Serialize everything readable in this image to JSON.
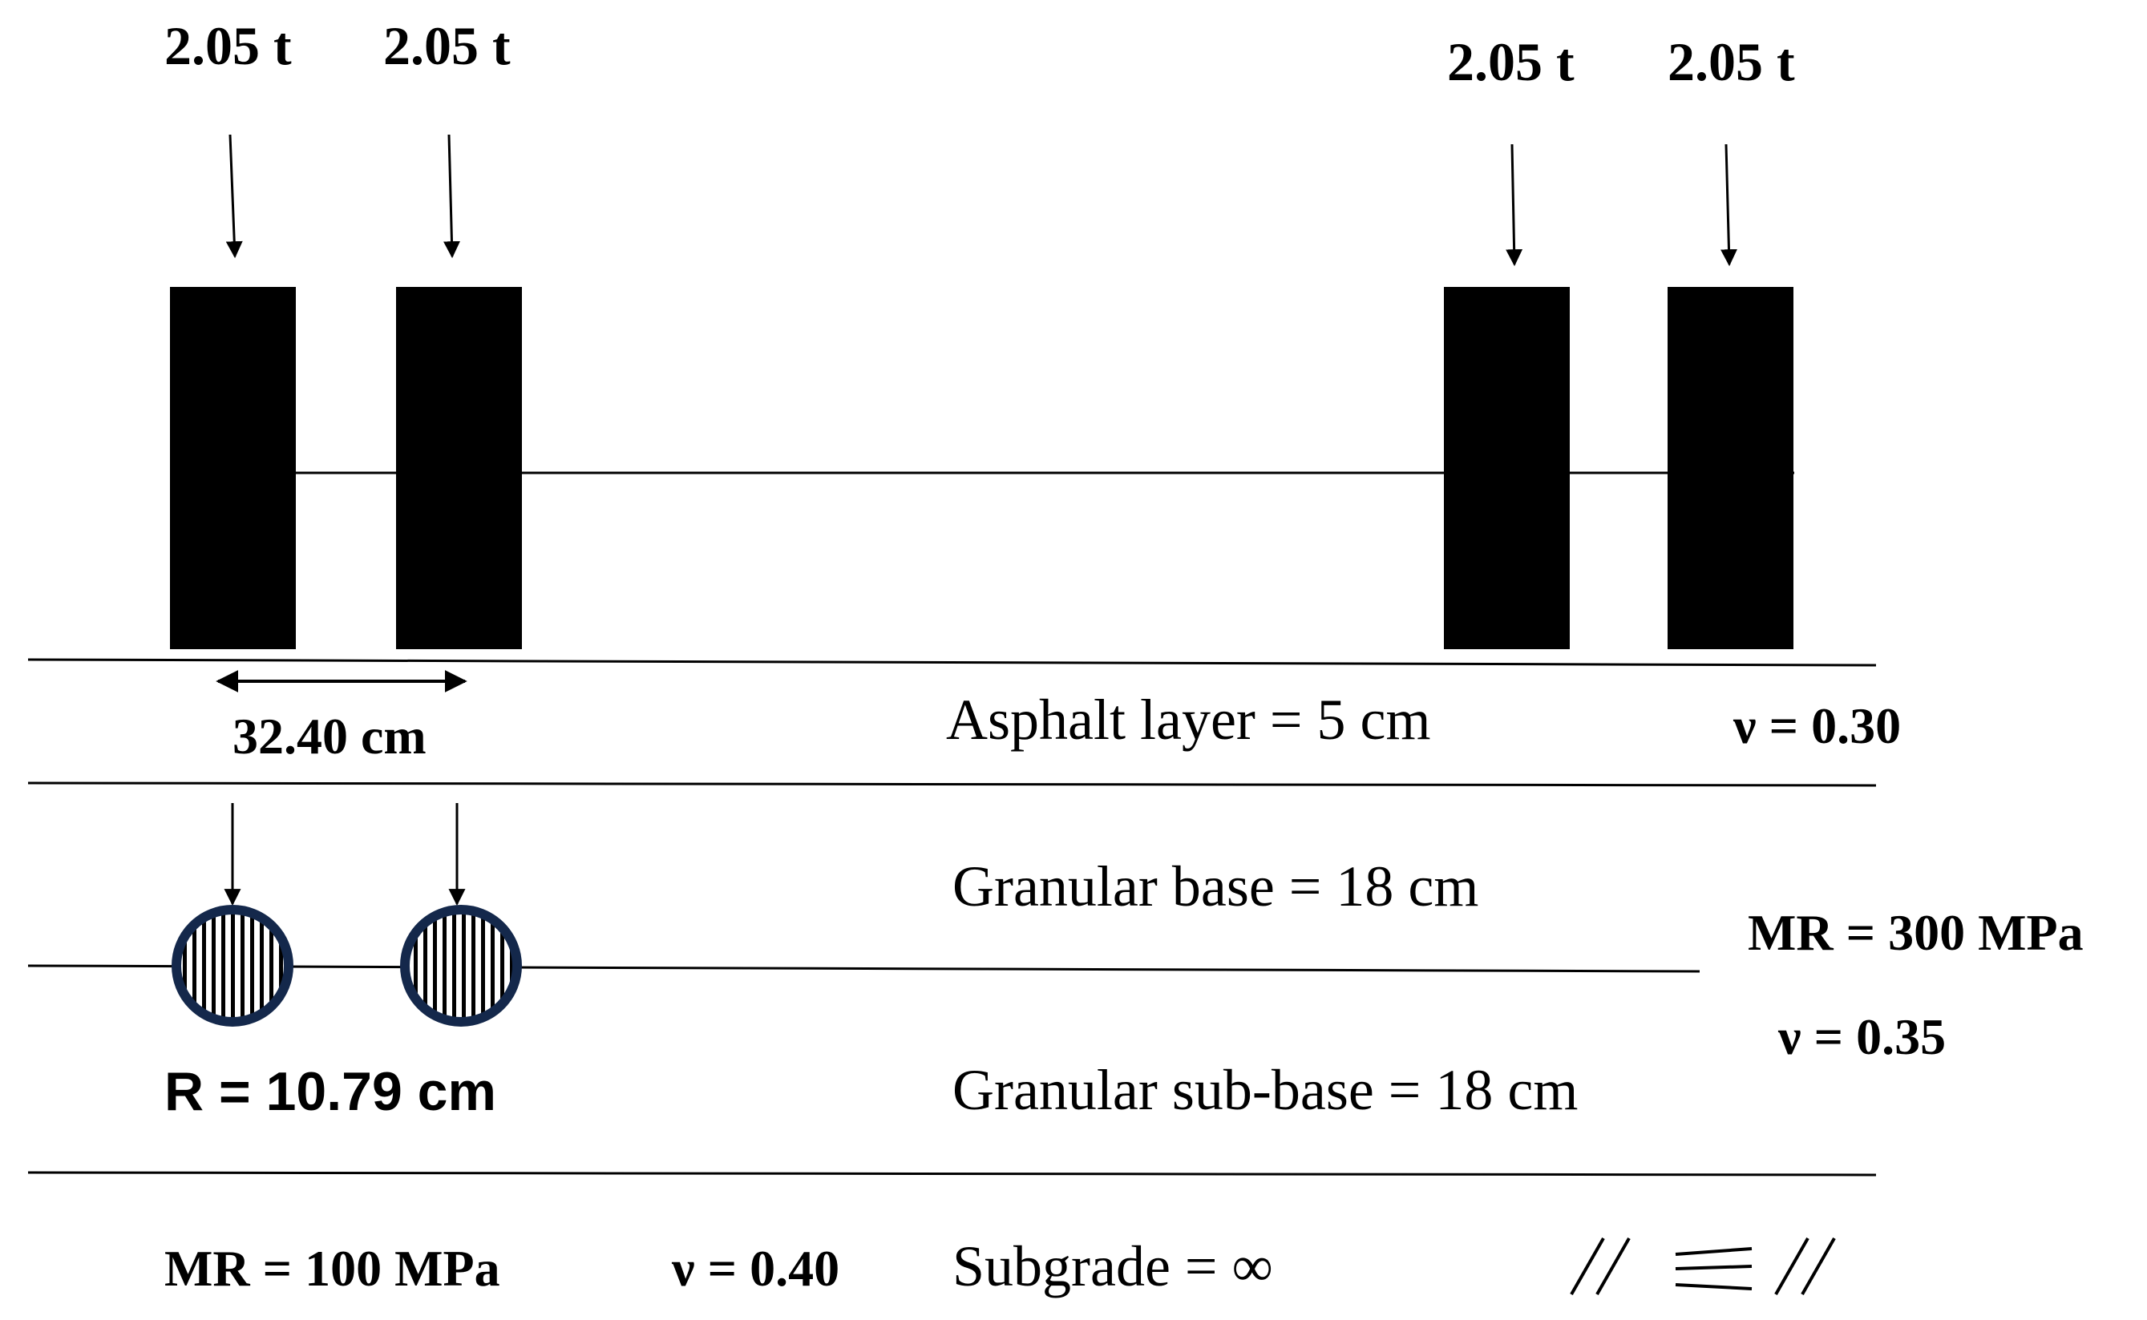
{
  "loads": [
    {
      "label": "2.05 t"
    },
    {
      "label": "2.05 t"
    },
    {
      "label": "2.05 t"
    },
    {
      "label": "2.05 t"
    }
  ],
  "wheel_spacing": "32.40 cm",
  "contact_radius": "R = 10.79 cm",
  "layers": {
    "asphalt": {
      "label": "Asphalt layer = 5 cm",
      "poisson": "ν = 0.30"
    },
    "base": {
      "label": "Granular base = 18 cm"
    },
    "subbase": {
      "label": "Granular sub-base = 18 cm"
    },
    "granular_props": {
      "modulus": "MR = 300 MPa",
      "poisson": "ν = 0.35"
    },
    "subgrade": {
      "label": "Subgrade = ∞",
      "modulus": "MR = 100 MPa",
      "poisson": "ν = 0.40"
    }
  },
  "colors": {
    "ink": "#000000",
    "circle_border": "#14284b",
    "background": "#ffffff"
  },
  "symbols": {
    "subgrade_hatch": "soil-hatch-icon"
  }
}
